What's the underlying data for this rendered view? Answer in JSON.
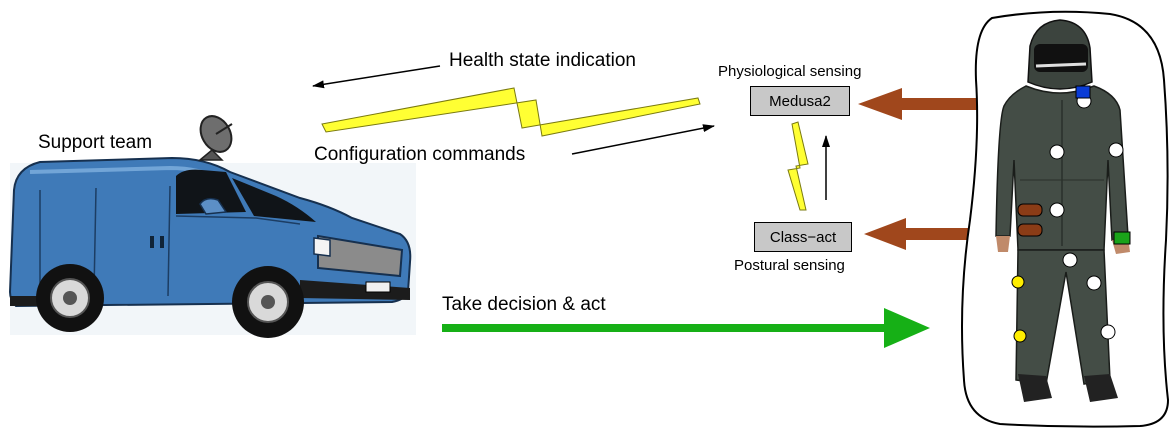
{
  "labels": {
    "support_team": "Support team",
    "health_state": "Health state indication",
    "configuration": "Configuration commands",
    "physiological": "Physiological sensing",
    "postural": "Postural sensing",
    "take_decision": "Take decision & act"
  },
  "nodes": {
    "medusa": "Medusa2",
    "classact": "Class−act"
  },
  "colors": {
    "van_body": "#3f7ab8",
    "lightning": "#ffff33",
    "sensor_arrow": "#a0471c",
    "decision_arrow": "#16b016",
    "suit": "#444d46",
    "box_fill": "#c8c8c8",
    "sensor_white": "#ffffff",
    "sensor_yellow": "#ffee00",
    "sensor_blue": "#0a3cd6",
    "sensor_green": "#1aa31a",
    "sensor_brown": "#8a3c16"
  }
}
